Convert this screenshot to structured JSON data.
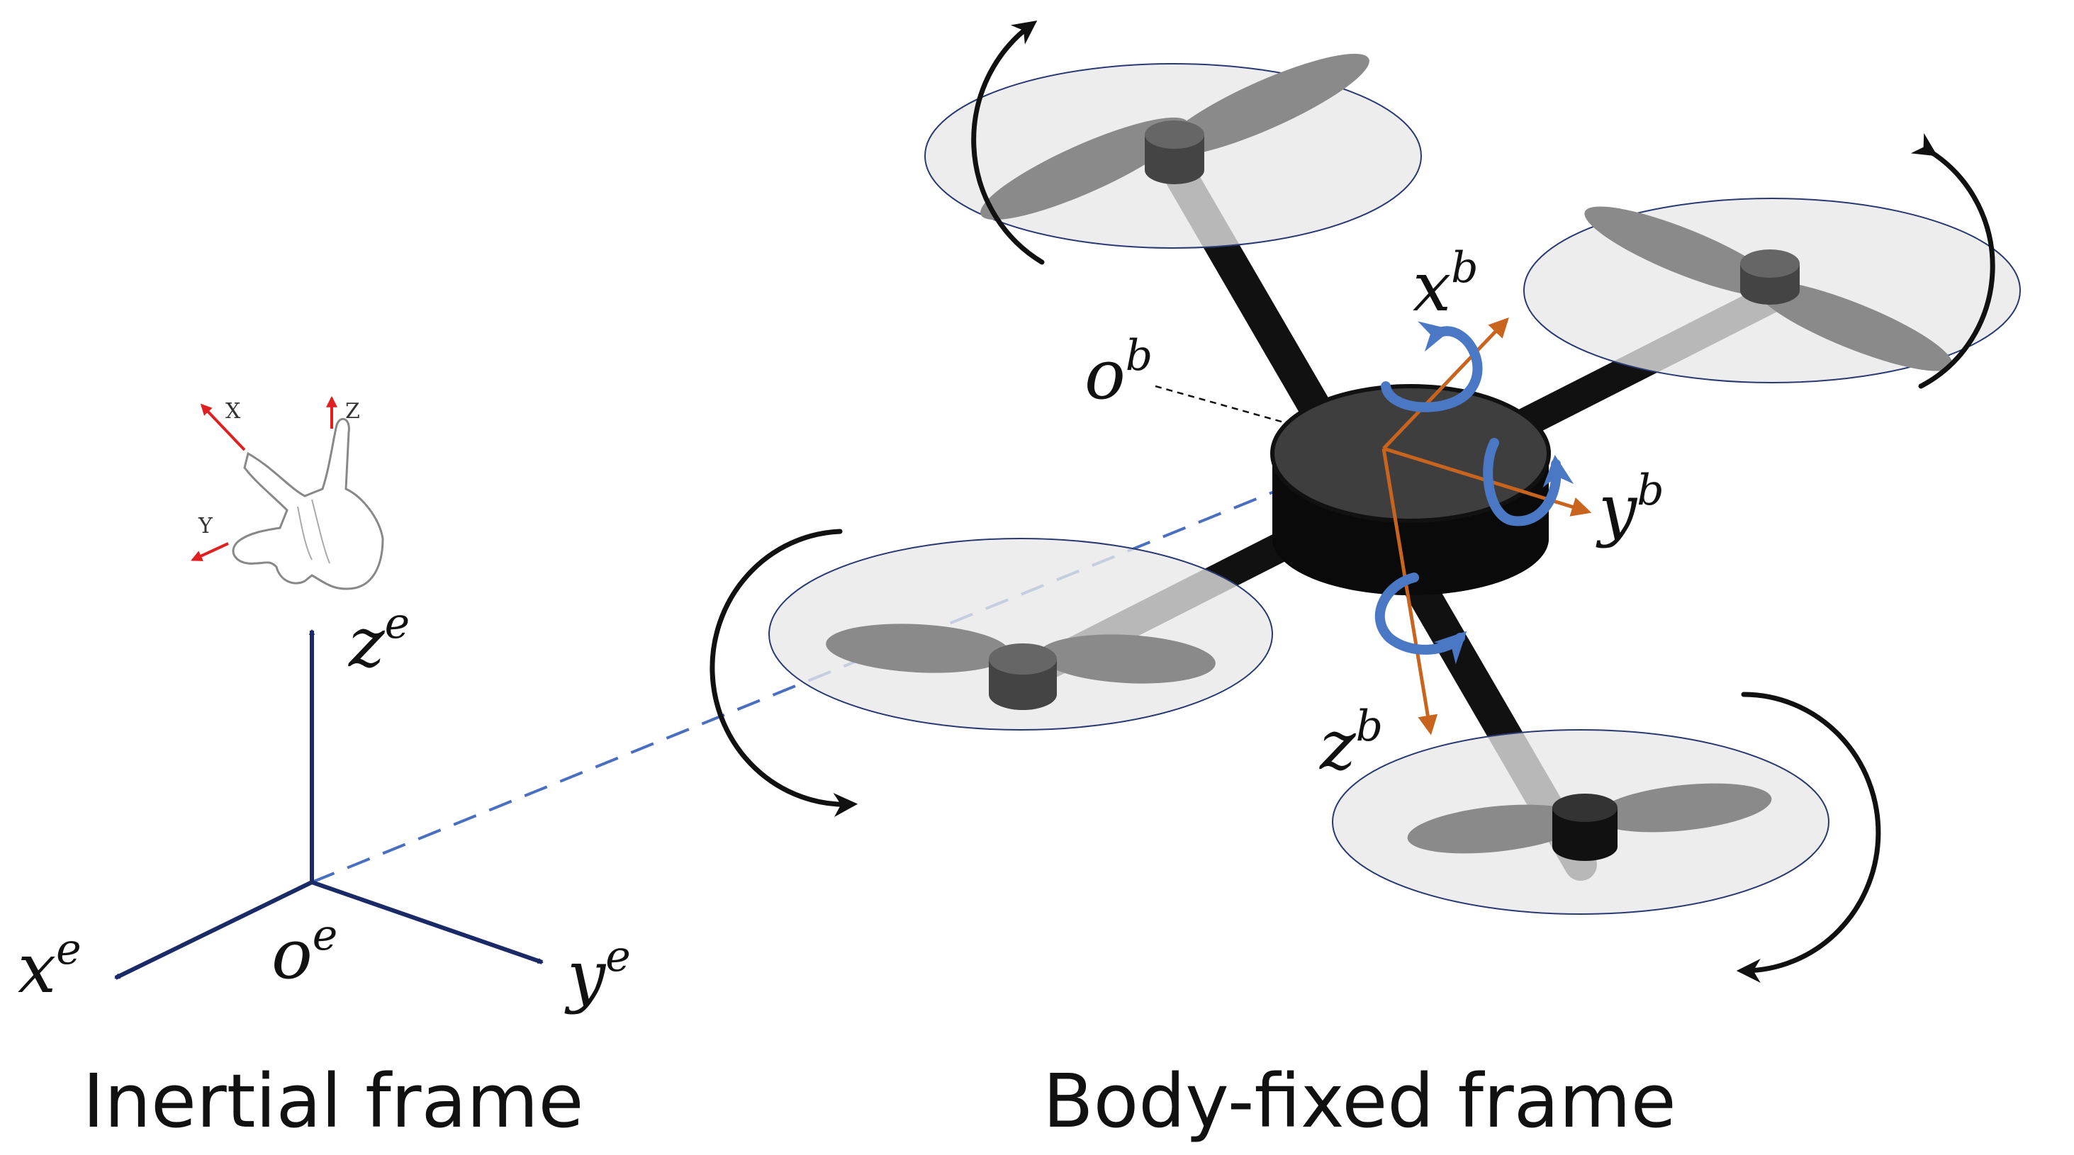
{
  "captions": {
    "inertial": "Inertial frame",
    "body": "Body-fixed frame"
  },
  "inertial_axes": {
    "origin": "o",
    "x": "x",
    "y": "y",
    "z": "z",
    "superscript": "e"
  },
  "body_axes": {
    "origin": "o",
    "x": "x",
    "y": "y",
    "z": "z",
    "superscript": "b"
  },
  "hand_rule": {
    "x": "X",
    "y": "Y",
    "z": "Z"
  },
  "colors": {
    "inertial_axis": "#1a2a66",
    "body_axis": "#c8641e",
    "rotation_arrow": "#4a78c4",
    "link_line": "#4a6fc0",
    "hand_arrow": "#e02020",
    "frame_arm": "#111111",
    "propeller_disk": "#e8e8e8",
    "propeller_blade": "#8a8a8a"
  },
  "icons": {
    "hand": "right-hand-rule-icon"
  }
}
